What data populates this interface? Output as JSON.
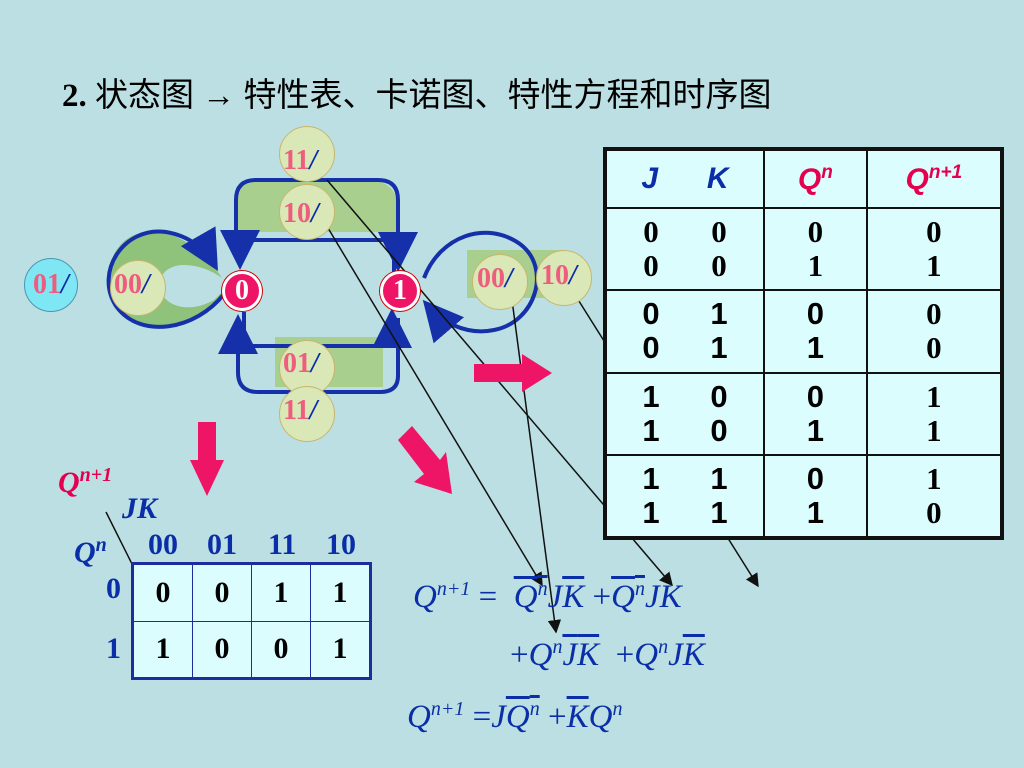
{
  "title": {
    "num": "2.",
    "text": "状态图 → 特性表、卡诺图、特性方程和时序图"
  },
  "states": {
    "s0": "0",
    "s1": "1"
  },
  "transitions": {
    "top_outer": "11",
    "top_inner": "10",
    "bottom_inner": "01",
    "bottom_outer": "11",
    "left_outer": "01",
    "left_inner": "00",
    "right_inner": "00",
    "right_outer": "10",
    "slash": "/"
  },
  "truth_table": {
    "headers": {
      "j": "J",
      "k": "K",
      "qn": "Q",
      "qn_sup": "n",
      "qn1": "Q",
      "qn1_sup": "n+1"
    },
    "rows": [
      {
        "j": [
          "0",
          "0"
        ],
        "k": [
          "0",
          "0"
        ],
        "qn": [
          "0",
          "1"
        ],
        "qn1": [
          "0",
          "1"
        ]
      },
      {
        "j": [
          "0",
          "0"
        ],
        "k": [
          "1",
          "1"
        ],
        "qn": [
          "0",
          "1"
        ],
        "qn1": [
          "0",
          "0"
        ]
      },
      {
        "j": [
          "1",
          "1"
        ],
        "k": [
          "0",
          "0"
        ],
        "qn": [
          "0",
          "1"
        ],
        "qn1": [
          "1",
          "1"
        ]
      },
      {
        "j": [
          "1",
          "1"
        ],
        "k": [
          "1",
          "1"
        ],
        "qn": [
          "0",
          "1"
        ],
        "qn1": [
          "1",
          "0"
        ]
      }
    ]
  },
  "kmap": {
    "title_q": "Q",
    "title_sup": "n+1",
    "col_var": "JK",
    "row_var": "Q",
    "row_sup": "n",
    "cols": [
      "00",
      "01",
      "11",
      "10"
    ],
    "rows": [
      {
        "label": "0",
        "cells": [
          "0",
          "0",
          "1",
          "1"
        ]
      },
      {
        "label": "1",
        "cells": [
          "1",
          "0",
          "0",
          "1"
        ]
      }
    ]
  },
  "equations": {
    "lhs_q": "Q",
    "lhs_sup": "n+1",
    "equals": "=",
    "line1_t1_q": "Q",
    "line1_t1_sup": "n",
    "line1_t1_j": "J",
    "line1_t1_k": "K",
    "plus": "+",
    "line1_t2_q": "Q",
    "line1_t2_sup": "n",
    "line1_t2_jk": "JK",
    "line2_t1_q": "Q",
    "line2_t1_sup": "n",
    "line2_t1_j": "J",
    "line2_t1_k": "K",
    "line2_t2_q": "Q",
    "line2_t2_sup": "n",
    "line2_t2_j": "J",
    "line2_t2_k": "K",
    "final_lhs_q": "Q",
    "final_lhs_sup": "n+1",
    "final_j": "J",
    "final_q1": "Q",
    "final_q1_sup": "n",
    "final_k": "K",
    "final_q2": "Q",
    "final_q2_sup": "n"
  },
  "colors": {
    "background": "#bcdfe3",
    "accent_pink": "#ee1466",
    "arc_blue": "#1530a8",
    "highlight_green": "#a9cf8e"
  }
}
